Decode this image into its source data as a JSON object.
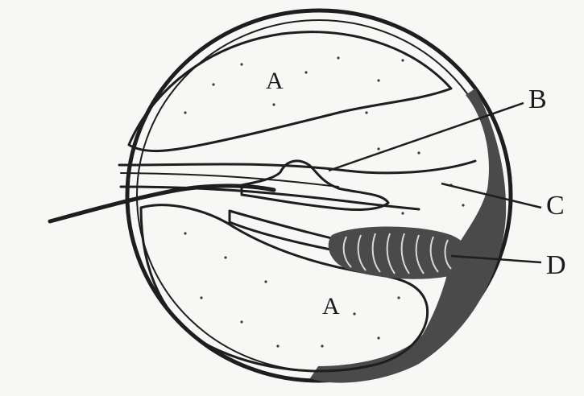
{
  "diagram": {
    "labels": {
      "a_upper": "A",
      "a_lower": "A",
      "b": "B",
      "c": "C",
      "d": "D"
    },
    "colors": {
      "ink": "#1e1e1e",
      "shading": "#4a4a4a",
      "paper": "#f7f7f5"
    }
  }
}
